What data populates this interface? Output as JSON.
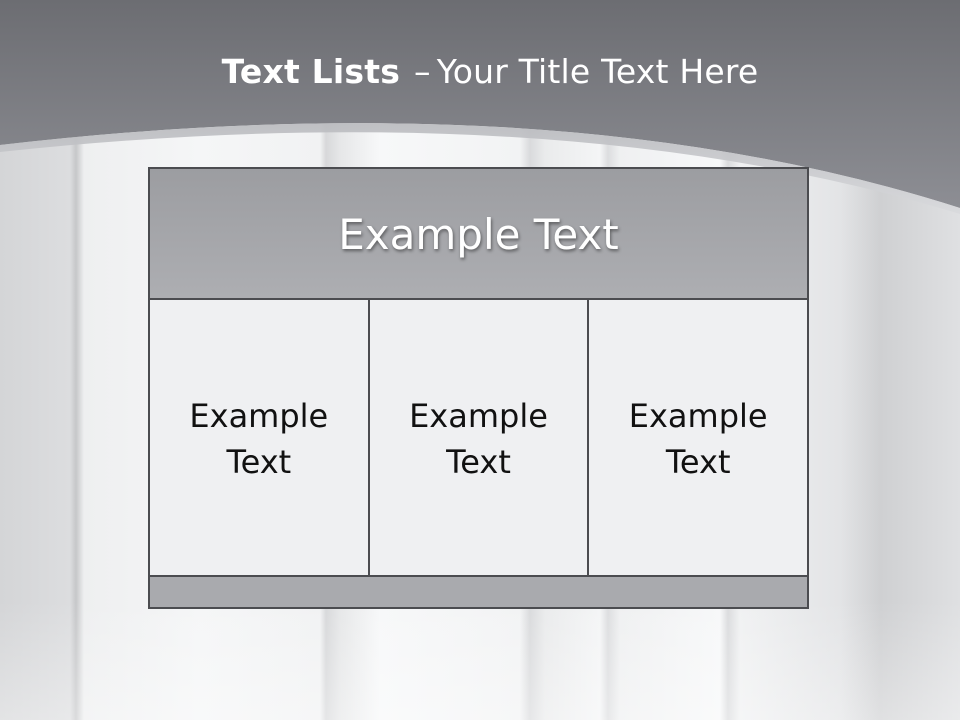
{
  "slide": {
    "title_bold": "Text Lists",
    "title_dash": "–",
    "title_rest": "Your Title Text Here"
  },
  "board": {
    "header": "Example Text",
    "cells": [
      {
        "text": "Example Text"
      },
      {
        "text": "Example Text"
      },
      {
        "text": "Example Text"
      }
    ]
  },
  "colors": {
    "header_band": "#7b7c82",
    "board_border": "#4b4c50",
    "board_header_fill": "#a5a6aa",
    "cell_fill": "#eff0f2",
    "footer_fill": "#a9aaae"
  }
}
